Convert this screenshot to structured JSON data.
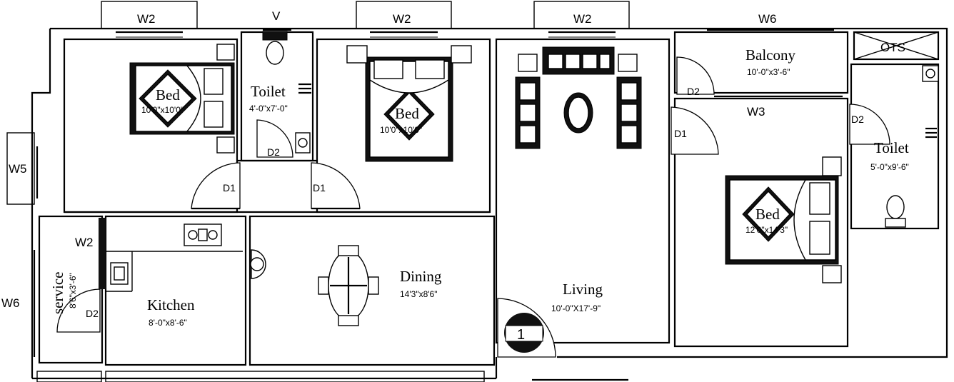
{
  "rooms": {
    "bed1": {
      "name": "Bed",
      "dim": "10'0\"x10'0\""
    },
    "toilet1": {
      "name": "Toilet",
      "dim": "4'-0\"x7'-0\""
    },
    "bed2": {
      "name": "Bed",
      "dim": "10'0\"x10'0\""
    },
    "balcony": {
      "name": "Balcony",
      "dim": "10'-0\"x3'-6\""
    },
    "toilet2": {
      "name": "Toilet",
      "dim": "5'-0\"x9'-6\""
    },
    "bed3": {
      "name": "Bed",
      "dim": "12'0\"x14'3\""
    },
    "service": {
      "name": "service",
      "dim": "8'6\"x3'-6\""
    },
    "kitchen": {
      "name": "Kitchen",
      "dim": "8'-0\"x8'-6\""
    },
    "dining": {
      "name": "Dining",
      "dim": "14'3\"x8'6\""
    },
    "living": {
      "name": "Living",
      "dim": "10'-0\"X17'-9\""
    },
    "ots": {
      "name": "OTS"
    }
  },
  "windows": {
    "w2_bed1": "W2",
    "v_toilet": "V",
    "w2_bed2": "W2",
    "w2_living": "W2",
    "w6_top": "W6",
    "w5_left": "W5",
    "w6_left": "W6",
    "w2_service": "W2",
    "w3_bed3": "W3"
  },
  "doors": {
    "d1_bed1": "D1",
    "d1_bed2": "D1",
    "d2_toilet1": "D2",
    "d2_balcony": "D2",
    "d1_bed3": "D1",
    "d2_toilet2": "D2",
    "d2_service": "D2"
  },
  "entrance_marker": "1"
}
